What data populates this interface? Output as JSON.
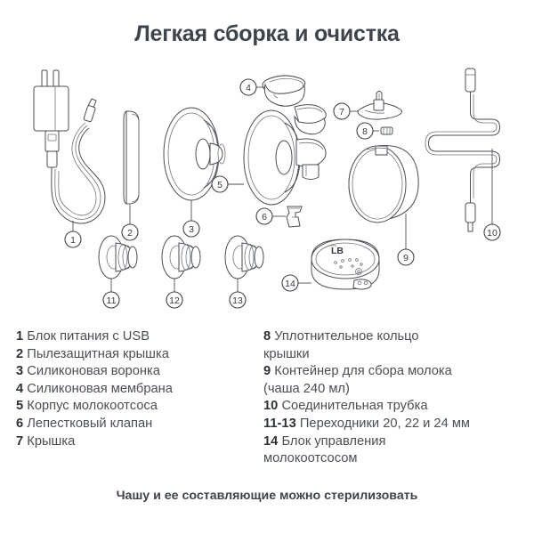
{
  "page": {
    "title": "Легкая сборка и очистка",
    "footer_note": "Чашу и ее составляющие можно стерилизовать",
    "background_color": "#ffffff",
    "text_color": "#3d444b",
    "line_color": "#4a4f55"
  },
  "legend": {
    "left_column": [
      {
        "num": "1",
        "label": "Блок питания с USB"
      },
      {
        "num": "2",
        "label": "Пылезащитная крышка"
      },
      {
        "num": "3",
        "label": "Силиконовая воронка"
      },
      {
        "num": "4",
        "label": "Силиконовая мембрана"
      },
      {
        "num": "5",
        "label": "Корпус молокоотсоса"
      },
      {
        "num": "6",
        "label": "Лепестковый клапан"
      },
      {
        "num": "7",
        "label": "Крышка"
      }
    ],
    "right_column": [
      {
        "num": "8",
        "label": "Уплотнительное кольцо",
        "cont": "крышки"
      },
      {
        "num": "9",
        "label": "Контейнер для сбора молока",
        "cont": "(чаша 240 мл)"
      },
      {
        "num": "10",
        "label": "Соединительная трубка",
        "cont": ""
      },
      {
        "num": "11-13",
        "label": "Переходники 20, 22 и 24 мм",
        "cont": ""
      },
      {
        "num": "14",
        "label": "Блок управления",
        "cont": "молокоотсосом"
      }
    ]
  },
  "diagram": {
    "callouts": [
      {
        "id": "1",
        "label": "1"
      },
      {
        "id": "2",
        "label": "2"
      },
      {
        "id": "3",
        "label": "3"
      },
      {
        "id": "4",
        "label": "4"
      },
      {
        "id": "5",
        "label": "5"
      },
      {
        "id": "6",
        "label": "6"
      },
      {
        "id": "7",
        "label": "7"
      },
      {
        "id": "8",
        "label": "8"
      },
      {
        "id": "9",
        "label": "9"
      },
      {
        "id": "10",
        "label": "10"
      },
      {
        "id": "11",
        "label": "11"
      },
      {
        "id": "12",
        "label": "12"
      },
      {
        "id": "13",
        "label": "13"
      },
      {
        "id": "14",
        "label": "14"
      }
    ],
    "display_readout": "LB"
  }
}
